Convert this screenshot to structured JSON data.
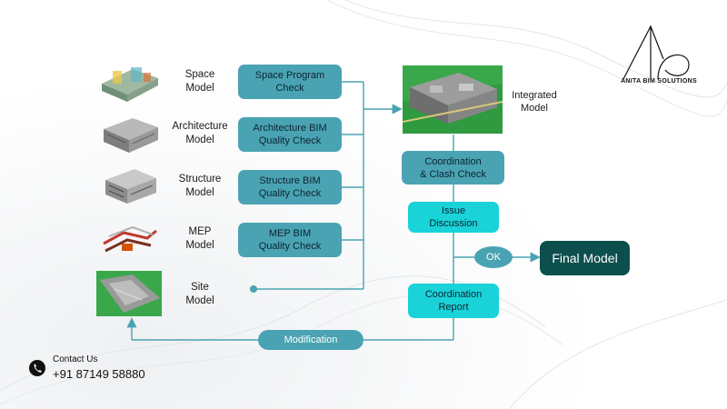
{
  "models": [
    {
      "label_lines": [
        "Space",
        "Model"
      ],
      "icon": "space-model-render",
      "check_lines": [
        "Space Program",
        "Check"
      ]
    },
    {
      "label_lines": [
        "Architecture",
        "Model"
      ],
      "icon": "architecture-model-render",
      "check_lines": [
        "Architecture BIM",
        "Quality Check"
      ]
    },
    {
      "label_lines": [
        "Structure",
        "Model"
      ],
      "icon": "structure-model-render",
      "check_lines": [
        "Structure BIM",
        "Quality Check"
      ]
    },
    {
      "label_lines": [
        "MEP",
        "Model"
      ],
      "icon": "mep-model-render",
      "check_lines": [
        "MEP BIM",
        "Quality Check"
      ]
    },
    {
      "label_lines": [
        "Site",
        "Model"
      ],
      "icon": "site-model-render"
    }
  ],
  "integrated": {
    "label_lines": [
      "Integrated",
      "Model"
    ],
    "icon": "integrated-model-render"
  },
  "steps": {
    "coordination": [
      "Coordination",
      "& Clash Check"
    ],
    "issue": [
      "Issue",
      "Discussion"
    ],
    "report": [
      "Coordination",
      "Report"
    ]
  },
  "ok_label": "OK",
  "final_label": "Final Model",
  "modification_label": "Modification",
  "brand": {
    "name": "ANITA BIM SOLUTIONS",
    "icon": "anita-bim-logo"
  },
  "contact": {
    "title": "Contact Us",
    "phone": "+91 87149 58880",
    "icon": "phone-icon"
  },
  "colors": {
    "pill": "#4aa3b3",
    "pill_highlight": "#19d3d8",
    "final": "#0d4f4d",
    "connector": "#4aa3b3"
  }
}
